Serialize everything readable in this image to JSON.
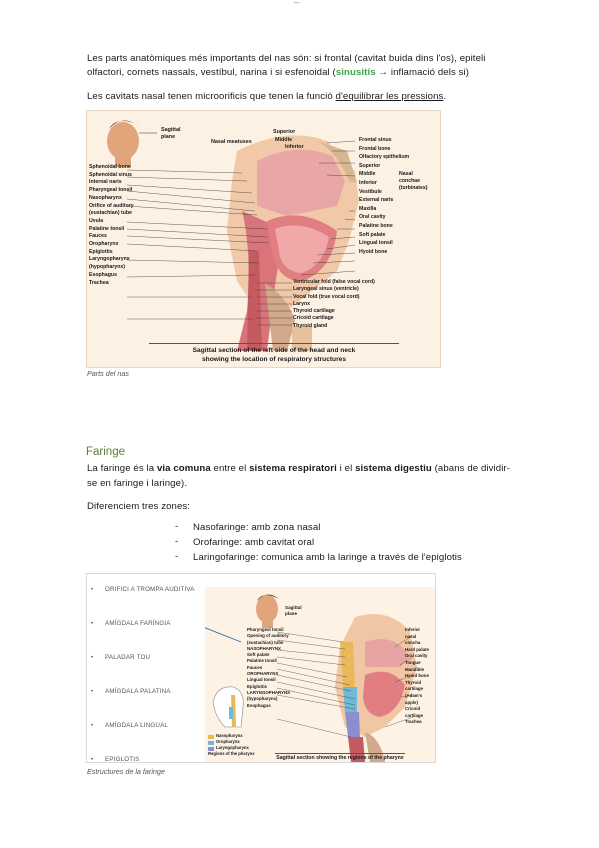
{
  "top_mark": "_",
  "section1": {
    "paragraph1_a": "Les parts anatòmiques més importants del nas són: si frontal (cavitat buida dins l'os), epiteli",
    "paragraph1_b": "olfactori, cornets nassals, vestíbul, narina i si esfenoidal (",
    "paragraph1_green": "sinusitis",
    "paragraph1_arrow": "→",
    "paragraph1_c": "inflamació dels si)",
    "paragraph2_a": "Les cavitats nasal tenen microorificis que tenen la funció ",
    "paragraph2_u": "d'equilibrar les pressions",
    "paragraph2_b": ".",
    "caption": "Parts del nas"
  },
  "figure1": {
    "plane_label_1": "Sagittal",
    "plane_label_2": "plane",
    "meatuses": "Nasal meatuses",
    "superior": "Superior",
    "middle": "Middle",
    "inferior": "Inferior",
    "left_labels": [
      "Sphenoidal bone",
      "Sphenoidal sinus",
      "Internal naris",
      "Pharyngeal tonsil",
      "Nasopharynx",
      "Orifice of auditory",
      "(eustachian) tube",
      "Uvula",
      "Palatine tonsil",
      "Fauces",
      "Oropharynx",
      "Epiglottis",
      "Laryngopharynx",
      "(hypopharynx)",
      "Esophagus",
      "Trachea"
    ],
    "right_labels": [
      "Frontal sinus",
      "Frontal bone",
      "Olfactory epithelium",
      "Superior",
      "Middle",
      "Inferior",
      "Vestibule",
      "External naris",
      "Maxilla",
      "Oral cavity",
      "Palatine bone",
      "Soft palate",
      "Lingual tonsil",
      "Hyoid bone"
    ],
    "conchae_1": "Nasal",
    "conchae_2": "conchae",
    "conchae_3": "(turbinates)",
    "bottom_labels": [
      "Ventricular fold (false vocal cord)",
      "Laryngeal sinus (ventricle)",
      "Vocal fold (true vocal cord)",
      "Larynx",
      "Thyroid cartilage",
      "Cricoid cartilage",
      "Thyroid gland"
    ],
    "title_1": "Sagittal section of the left side of the head and neck",
    "title_2": "showing the location of respiratory structures"
  },
  "section2": {
    "heading": "Faringe",
    "para_a": "La faringe és la ",
    "para_b1": "via comuna",
    "para_b2": " entre el ",
    "para_b3": "sistema respiratori",
    "para_b4": " i el ",
    "para_b5": "sistema digestiu",
    "para_c": " (abans de dividir-",
    "para_d": "se en faringe i laringe).",
    "zones_intro": "Diferenciem tres zones:",
    "zones": [
      "Nasofaringe: amb zona nasal",
      "Orofaringe: amb cavitat oral",
      "Laringofaringe: comunica amb la laringe a través de l'epiglotis"
    ],
    "dash": "-",
    "caption": "Estructures de la faringe"
  },
  "figure2": {
    "left_list": [
      "ORIFICI A TROMPA AUDITIVA",
      "AMÍGDALA FARÍNGIA",
      "PALADAR TOU",
      "AMÍGDALA PALATINA",
      "AMÍGDALA LINGUAL",
      "EPIGLOTIS"
    ],
    "bullet": "•",
    "plane_1": "Sagittal",
    "plane_2": "plane",
    "left_labels": [
      "Pharyngeal tonsil",
      "Opening of auditory",
      "(eustachian) tube",
      "NASOPHARYNX",
      "Soft palate",
      "Palatine tonsil",
      "Fauces",
      "OROPHARYNX",
      "Lingual tonsil",
      "Epiglottis",
      "LARYNGOPHARYNX",
      "(hypopharynx)",
      "Esophagus"
    ],
    "right_labels": [
      "Inferior",
      "nasal",
      "concha",
      "Hard palate",
      "Oral cavity",
      "Tongue",
      "Mandible",
      "Hyoid bone",
      "Thyroid cartilage",
      "(Adam's apple)",
      "Cricoid cartilage",
      "Trachea"
    ],
    "legend": [
      "Nasopharynx",
      "Oropharynx",
      "Laryngopharynx"
    ],
    "legend_title": "Regions of the pharynx",
    "title": "Sagittal section showing the regions of the pharynx",
    "colors": {
      "nasopharynx": "#e8b85a",
      "oropharynx": "#6fb8d6",
      "laryngopharynx": "#8b8fd1"
    }
  }
}
